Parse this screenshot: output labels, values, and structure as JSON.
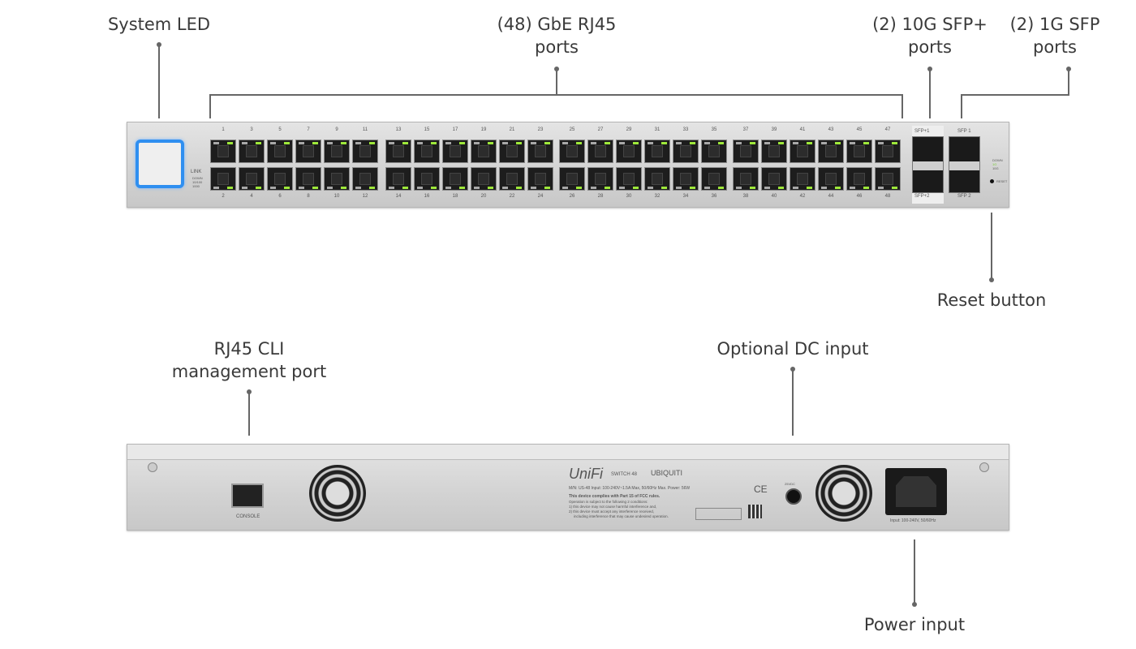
{
  "callouts": {
    "system_led": "System LED",
    "rj45_ports": [
      "(48) GbE RJ45",
      "ports"
    ],
    "sfp_plus": [
      "(2) 10G SFP+",
      "ports"
    ],
    "sfp": [
      "(2) 1G SFP",
      "ports"
    ],
    "reset": "Reset button",
    "cli_port": [
      "RJ45 CLI",
      "management port"
    ],
    "dc_input": "Optional DC input",
    "power_input": "Power input"
  },
  "front": {
    "odd_ports": [
      1,
      3,
      5,
      7,
      9,
      11,
      13,
      15,
      17,
      19,
      21,
      23,
      25,
      27,
      29,
      31,
      33,
      35,
      37,
      39,
      41,
      43,
      45,
      47
    ],
    "even_ports": [
      2,
      4,
      6,
      8,
      10,
      12,
      14,
      16,
      18,
      20,
      22,
      24,
      26,
      28,
      30,
      32,
      34,
      36,
      38,
      40,
      42,
      44,
      46,
      48
    ],
    "link_label": "LINK",
    "link_legend": [
      "DOWN",
      "10/100",
      "1000"
    ],
    "sfp_plus_labels": [
      "SFP+1",
      "SFP+2"
    ],
    "sfp_labels": [
      "SFP 1",
      "SFP 2"
    ],
    "sfp_legend": [
      "DOWN",
      "1G",
      "10G"
    ],
    "reset_label": "RESET",
    "accent_color": "#2f8ff0",
    "led_color": "#9ee83a"
  },
  "back": {
    "console_label": "CONSOLE",
    "brand": "UniFi",
    "model": "SWITCH 48",
    "maker": "UBIQUITI",
    "spec_line": "M/N: US-48   Input: 100-240V~1.5A Max, 50/60Hz   Max. Power: 56W",
    "fcc_title": "This device complies with Part 15 of FCC rules.",
    "fcc_lines": [
      "Operation is subject to the following 2 conditions:",
      "1) this device may not cause harmful interference and,",
      "2) this device must accept any interference received,",
      "including interference that may cause undesired operation."
    ],
    "dc_label": "25VDC",
    "power_label": "Input: 100-240V, 50/60Hz",
    "ce_mark": "CE"
  }
}
